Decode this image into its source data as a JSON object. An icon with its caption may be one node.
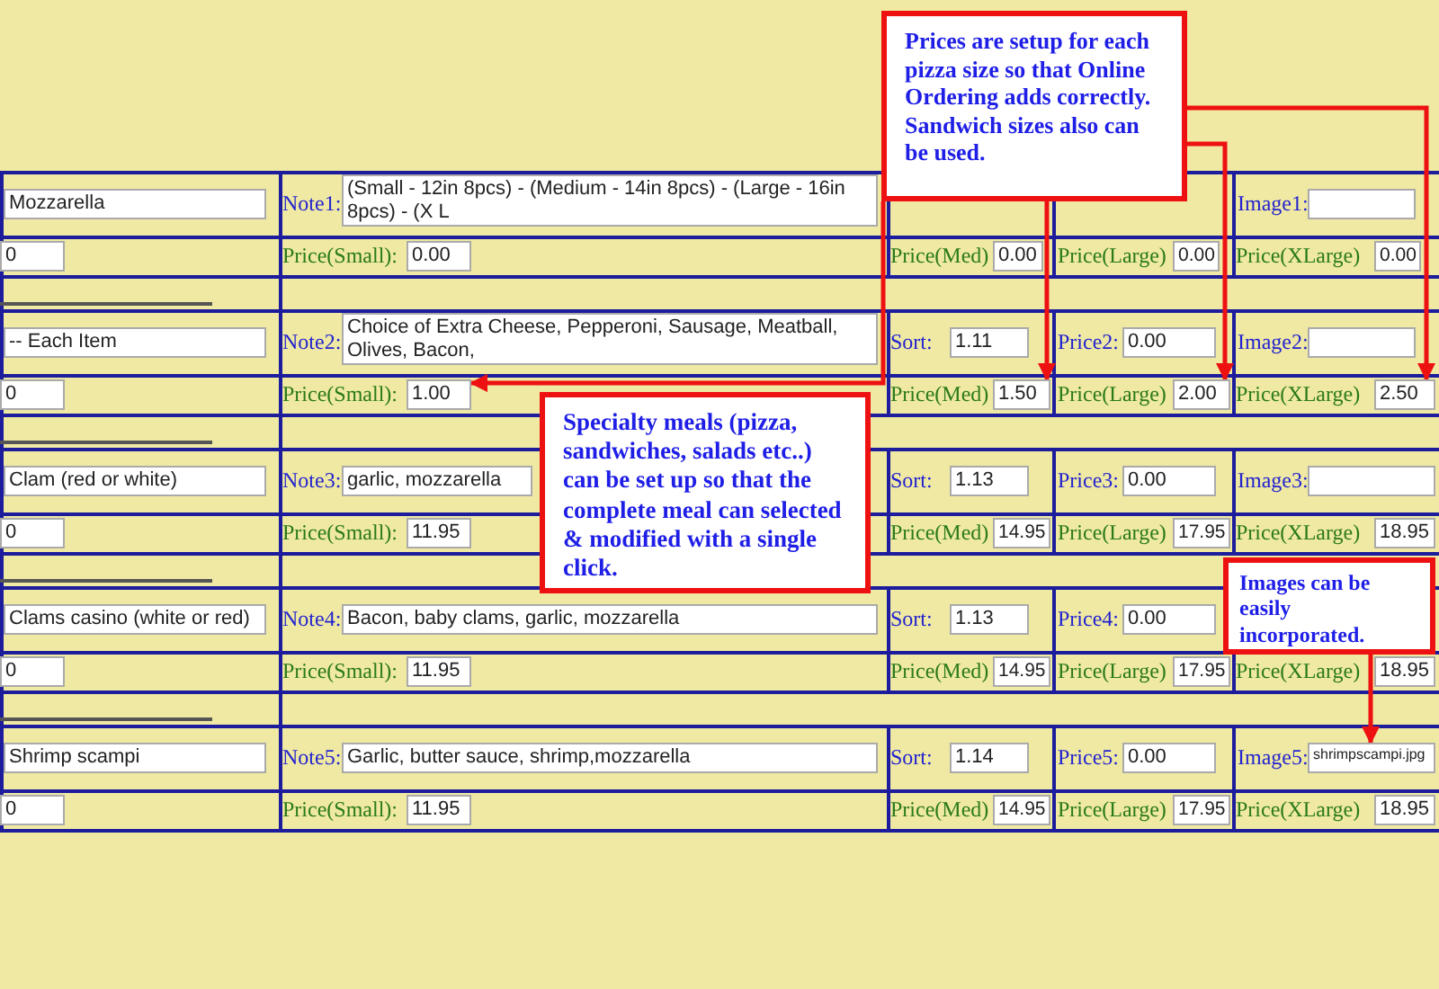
{
  "diagram": {
    "nodes": [
      {
        "text": [
          "Prices are setup for each pizza size so that Online Ordering adds correctly. Sandwich sizes also can be used."
        ]
      },
      {
        "text": [
          "Specialty meals (pizza, sandwiches, salads etc..) can be set up so that the complete meal can selected & modified with a single click."
        ]
      },
      {
        "text": [
          "Images can be easily incorporated."
        ]
      },
      {
        "text": [
          "Mozzarella"
        ]
      },
      {
        "text": [
          "(Small - 12in  8pcs) - (Medium - 14in  8pcs) -  (Large - 16in  8pcs) -  (X L"
        ]
      },
      {
        "text": [],
        "shape": "box"
      },
      {
        "text": [
          "0"
        ]
      },
      {
        "text": [
          "0.00"
        ]
      },
      {
        "text": [
          "0.00"
        ]
      },
      {
        "text": [
          "0.00"
        ]
      },
      {
        "text": [
          "0.00"
        ]
      },
      {
        "text": [
          "-- Each Item"
        ]
      },
      {
        "text": [
          "Choice of Extra Cheese, Pepperoni, Sausage, Meatball, Olives, Bacon,"
        ]
      },
      {
        "text": [
          "1.11"
        ]
      },
      {
        "text": [
          "0.00"
        ]
      },
      {
        "text": [],
        "shape": "box"
      },
      {
        "text": [
          "0"
        ]
      },
      {
        "text": [
          "1.00"
        ]
      },
      {
        "text": [
          "1.50"
        ]
      },
      {
        "text": [
          "2.00"
        ]
      },
      {
        "text": [
          "2.50"
        ]
      },
      {
        "text": [
          "Clam  (red or white)"
        ]
      },
      {
        "text": [
          "garlic, mozzarella"
        ]
      },
      {
        "text": [
          "1.13"
        ]
      },
      {
        "text": [
          "0.00"
        ]
      },
      {
        "text": [],
        "shape": "box"
      },
      {
        "text": [
          "0"
        ]
      },
      {
        "text": [
          "11.95"
        ]
      },
      {
        "text": [
          "14.95"
        ]
      },
      {
        "text": [
          "17.95"
        ]
      },
      {
        "text": [
          "18.95"
        ]
      },
      {
        "text": [
          "Clams casino (white or red)"
        ]
      },
      {
        "text": [
          "Bacon, baby clams, garlic,  mozzarella"
        ]
      },
      {
        "text": [
          "1.13"
        ]
      },
      {
        "text": [
          "0.00"
        ]
      },
      {
        "text": [
          "0"
        ]
      },
      {
        "text": [
          "11.95"
        ]
      },
      {
        "text": [
          "14.95"
        ]
      },
      {
        "text": [
          "17.95"
        ]
      },
      {
        "text": [
          "18.95"
        ]
      },
      {
        "text": [
          "Shrimp scampi"
        ]
      },
      {
        "text": [
          "Garlic, butter sauce, shrimp,mozzarella"
        ]
      },
      {
        "text": [
          "1.14"
        ]
      },
      {
        "text": [
          "0.00"
        ]
      },
      {
        "text": [
          "shrimpscampi.jpg"
        ]
      },
      {
        "text": [
          "0"
        ]
      },
      {
        "text": [
          "11.95"
        ]
      },
      {
        "text": [
          "14.95"
        ]
      },
      {
        "text": [
          "17.95"
        ]
      },
      {
        "text": [
          "18.95"
        ]
      }
    ],
    "edges": [
      {
        "from": 0,
        "to": 17,
        "arrow": "to"
      },
      {
        "from": 0,
        "to": 18,
        "arrow": "to"
      },
      {
        "from": 0,
        "to": 19,
        "arrow": "to"
      },
      {
        "from": 0,
        "to": 20,
        "arrow": "to"
      },
      {
        "from": 2,
        "to": 44,
        "arrow": "to"
      }
    ],
    "labels": [
      "Note1:",
      "Image1:",
      "Price(Small):",
      "Price(Med)",
      "Price(Large)",
      "Price(XLarge)",
      "Note2:",
      "Sort:",
      "Price2:",
      "Image2:",
      "Price(Small):",
      "Price(Med)",
      "Price(Large)",
      "Price(XLarge)",
      "Note3:",
      "Sort:",
      "Price3:",
      "Image3:",
      "Price(Small):",
      "Price(Med)",
      "Price(Large)",
      "Price(XLarge)",
      "Note4:",
      "Sort:",
      "Price4:",
      "Price(Small):",
      "Price(Med)",
      "Price(Large)",
      "Price(XLarge)",
      "Note5:",
      "Sort:",
      "Price5:",
      "Image5:",
      "Price(Small):",
      "Price(Med)",
      "Price(Large)",
      "Price(XLarge)"
    ]
  }
}
